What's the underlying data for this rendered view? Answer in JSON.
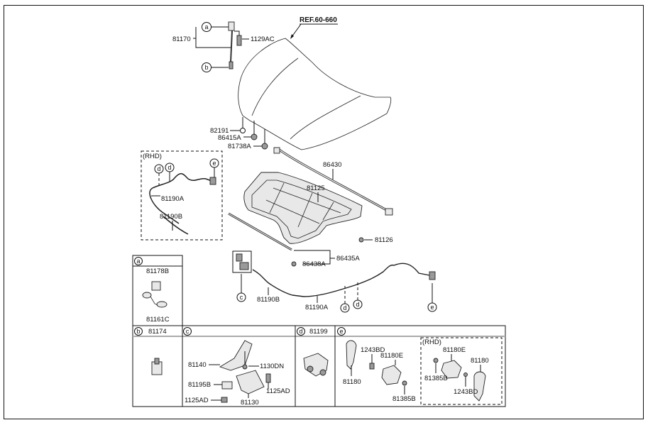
{
  "diagram": {
    "title_ref": "REF.60-660",
    "main_labels": {
      "hinge_assy": "81170",
      "hinge_bolt": "1129AC",
      "stopper": "82191",
      "bumper_a": "86415A",
      "bumper_b": "81738A",
      "weatherstrip": "86430",
      "insulator": "81125",
      "clip": "81126",
      "seal_assy": "86435A",
      "seal_clip": "86438A",
      "cable_b": "81190B",
      "cable_a": "81190A"
    },
    "callouts": {
      "a": "a",
      "b": "b",
      "c": "c",
      "d": "d",
      "e": "e"
    },
    "rhd_box": {
      "title": "(RHD)",
      "cable_a": "81190A",
      "cable_b": "81190B"
    },
    "detail_table": {
      "cell_a": {
        "key": "a",
        "title": "",
        "labels": [
          "81178B",
          "81161C"
        ]
      },
      "cell_b": {
        "key": "b",
        "title": "81174",
        "labels": []
      },
      "cell_c": {
        "key": "c",
        "title": "",
        "labels": [
          "81140",
          "1130DN",
          "81195B",
          "1125AD",
          "1125AD",
          "81130"
        ]
      },
      "cell_d": {
        "key": "d",
        "title": "81199",
        "labels": []
      },
      "cell_e": {
        "key": "e",
        "title": "",
        "labels": [
          "1243BD",
          "81180E",
          "81180",
          "81385B"
        ],
        "rhd": {
          "title": "(RHD)",
          "labels": [
            "81180E",
            "81180",
            "81385B",
            "1243BD"
          ]
        }
      }
    }
  }
}
